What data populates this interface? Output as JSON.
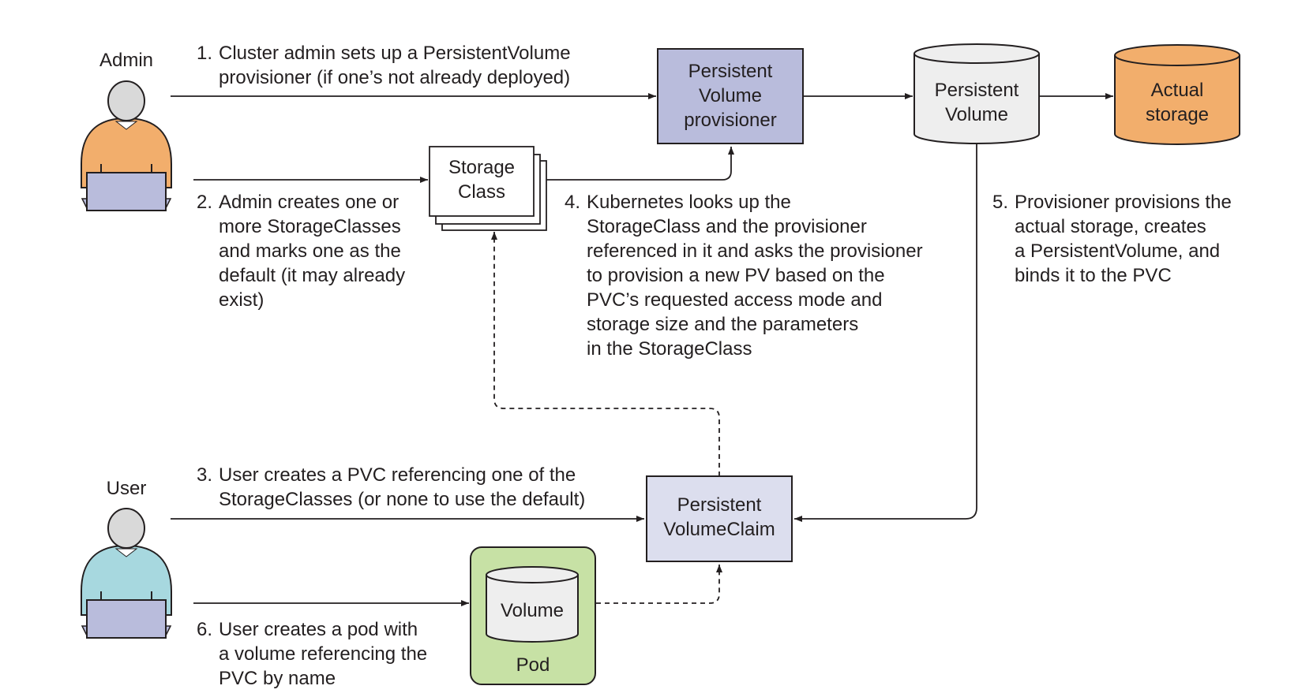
{
  "colors": {
    "line": "#231f20",
    "admin_body": "#f2ae6c",
    "user_body": "#a7d8df",
    "head": "#d9d9d9",
    "laptop": "#b9bcdc",
    "provisioner_fill": "#b9bcdc",
    "pvc_fill": "#dcdeee",
    "pv_fill": "#eeeeee",
    "actual_storage_fill": "#f2ae6c",
    "pod_fill": "#c7e1a5",
    "volume_fill": "#eeeeee"
  },
  "actors": {
    "admin": {
      "label": "Admin",
      "icon": "admin-person-icon"
    },
    "user": {
      "label": "User",
      "icon": "user-person-icon"
    }
  },
  "nodes": {
    "provisioner": {
      "lines": [
        "Persistent",
        "Volume",
        "provisioner"
      ]
    },
    "persistent_volume": {
      "lines": [
        "Persistent",
        "Volume"
      ]
    },
    "actual_storage": {
      "lines": [
        "Actual",
        "storage"
      ]
    },
    "storage_class": {
      "lines": [
        "Storage",
        "Class"
      ]
    },
    "pvc": {
      "lines": [
        "Persistent",
        "VolumeClaim"
      ]
    },
    "volume": {
      "label": "Volume"
    },
    "pod": {
      "label": "Pod"
    }
  },
  "steps": {
    "step1": {
      "number": "1.",
      "lines": [
        "Cluster admin sets up a PersistentVolume",
        "provisioner (if one’s not already deployed)"
      ]
    },
    "step2": {
      "number": "2.",
      "lines": [
        "Admin creates one or",
        "more StorageClasses",
        "and marks one as the",
        "default (it may already",
        "exist)"
      ]
    },
    "step3": {
      "number": "3.",
      "lines": [
        "User creates a PVC referencing one of the",
        "StorageClasses (or none to use the default)"
      ]
    },
    "step4": {
      "number": "4.",
      "lines": [
        "Kubernetes looks up the",
        "StorageClass and the provisioner",
        "referenced in it and asks the provisioner",
        "to provision a new PV based on the",
        "PVC’s requested access mode and",
        "storage size and the parameters",
        "in the StorageClass"
      ]
    },
    "step5": {
      "number": "5.",
      "lines": [
        "Provisioner provisions the",
        "actual storage, creates",
        "a PersistentVolume, and",
        "binds it to the PVC"
      ]
    },
    "step6": {
      "number": "6.",
      "lines": [
        "User creates a pod with",
        "a volume referencing the",
        "PVC by name"
      ]
    }
  }
}
